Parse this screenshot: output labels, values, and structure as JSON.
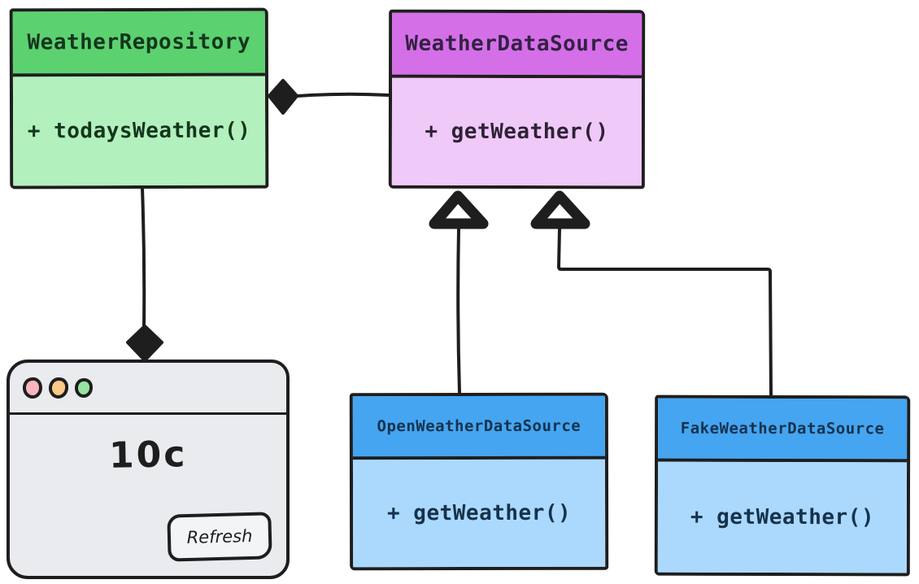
{
  "diagram": {
    "ink_color": "#1e1e1e",
    "background_color": "#ffffff",
    "classes": [
      {
        "name": "WeatherRepository",
        "members": [
          "+ todaysWeather()"
        ],
        "header_color": "#5cd170",
        "body_color": "#b2f0bd"
      },
      {
        "name": "WeatherDataSource",
        "members": [
          "+ getWeather()"
        ],
        "header_color": "#d46fe8",
        "body_color": "#efc9f8"
      },
      {
        "name": "OpenWeatherDataSource",
        "members": [
          "+ getWeather()"
        ],
        "header_color": "#45a5f1",
        "body_color": "#abd9fd"
      },
      {
        "name": "FakeWeatherDataSource",
        "members": [
          "+ getWeather()"
        ],
        "header_color": "#45a5f1",
        "body_color": "#abd9fd"
      }
    ],
    "relationships": [
      {
        "from": "WeatherDataSource",
        "to": "WeatherRepository",
        "type": "composition",
        "marker": "filled-diamond"
      },
      {
        "from": "app-window",
        "to": "WeatherRepository",
        "type": "composition",
        "marker": "filled-diamond"
      },
      {
        "from": "OpenWeatherDataSource",
        "to": "WeatherDataSource",
        "type": "inheritance",
        "marker": "hollow-triangle"
      },
      {
        "from": "FakeWeatherDataSource",
        "to": "WeatherDataSource",
        "type": "inheritance",
        "marker": "hollow-triangle"
      }
    ],
    "app_window": {
      "temperature_text": "10c",
      "refresh_button_label": "Refresh",
      "traffic_light_colors": [
        "#fbb5be",
        "#fbc988",
        "#97e3a3"
      ]
    }
  }
}
